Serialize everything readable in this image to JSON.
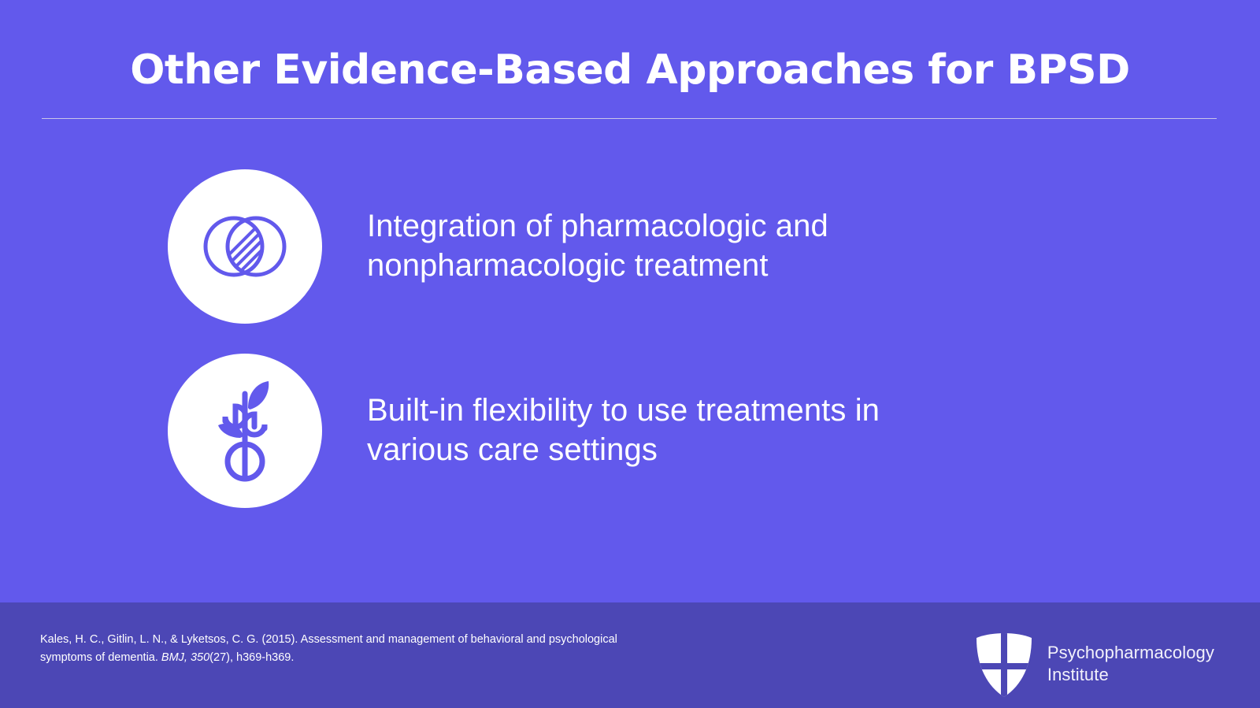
{
  "theme": {
    "background": "#6259ec",
    "footer_background": "#4c47b5",
    "accent": "#6259ec",
    "text": "#ffffff",
    "rule": "#c9c6e8"
  },
  "header": {
    "title": "Other Evidence-Based Approaches for BPSD"
  },
  "points": [
    {
      "icon": "venn-diagram-icon",
      "text": "Integration of pharmacologic and nonpharmacologic treatment"
    },
    {
      "icon": "plant-flexibility-icon",
      "text": "Built-in flexibility to use treatments in various care settings"
    }
  ],
  "footer": {
    "citation": {
      "part1": "Kales, H. C., Gitlin, L. N., & Lyketsos, C. G. (2015). Assessment and management of behavioral and psychological symptoms of dementia. ",
      "journal": "BMJ, 350",
      "part2": "(27), h369-h369."
    },
    "brand": {
      "logo": "shield-logo",
      "line1": "Psychopharmacology",
      "line2": "Institute"
    }
  }
}
